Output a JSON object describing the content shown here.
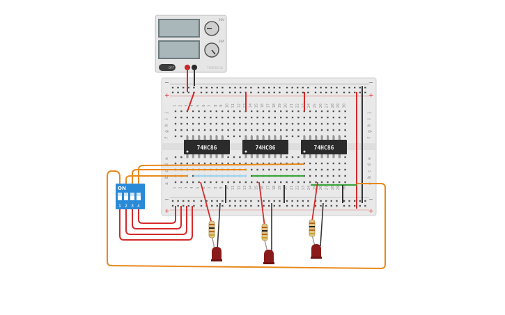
{
  "power_supply": {
    "off_label": "OFF",
    "dial_labels": [
      "20V",
      "20A"
    ],
    "logo_text": "TINKERCAD",
    "voltage_display": "",
    "current_display": ""
  },
  "breadboard": {
    "row_letters_top": [
      "j",
      "i",
      "h",
      "g",
      "f"
    ],
    "row_letters_bottom": [
      "e",
      "d",
      "c",
      "b",
      "a"
    ],
    "columns": [
      "1",
      "2",
      "3",
      "4",
      "5",
      "6",
      "7",
      "8",
      "9",
      "10",
      "11",
      "12",
      "13",
      "14",
      "15",
      "16",
      "17",
      "18",
      "19",
      "20",
      "21",
      "22",
      "23",
      "24",
      "25",
      "26",
      "27",
      "28",
      "29",
      "30"
    ],
    "rail_plus": "+",
    "rail_minus": "−"
  },
  "chips": [
    {
      "label": "74HC86"
    },
    {
      "label": "74HC86"
    },
    {
      "label": "74HC86"
    }
  ],
  "dip_switch": {
    "on_label": "ON",
    "switch_numbers": [
      "1",
      "2",
      "3",
      "4"
    ]
  },
  "leds": [
    {
      "color": "#8b1a1a"
    },
    {
      "color": "#8b1a1a"
    },
    {
      "color": "#8b1a1a"
    }
  ],
  "colors": {
    "wire_red": "#d42a2a",
    "wire_black": "#333333",
    "wire_orange": "#e8891c",
    "wire_green": "#3aa63a",
    "wire_light_blue": "#9fd4f0",
    "dip_blue": "#2b8ad8",
    "chip_body": "#2b2b2b"
  }
}
